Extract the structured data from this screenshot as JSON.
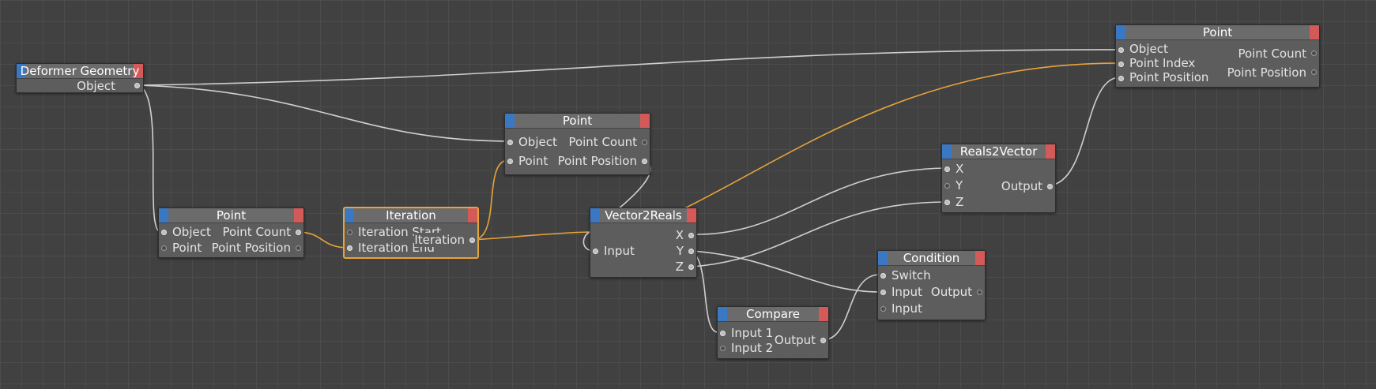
{
  "nodes": {
    "deformer_geometry": {
      "title": "Deformer Geometry",
      "out_object": "Object"
    },
    "point_top_right": {
      "title": "Point",
      "in_object": "Object",
      "in_point_index": "Point Index",
      "in_point_position": "Point Position",
      "out_point_count": "Point Count",
      "out_point_position": "Point Position"
    },
    "point_middle": {
      "title": "Point",
      "in_object": "Object",
      "in_point": "Point",
      "out_point_count": "Point Count",
      "out_point_position": "Point Position"
    },
    "point_left": {
      "title": "Point",
      "in_object": "Object",
      "in_point": "Point",
      "out_point_count": "Point Count",
      "out_point_position": "Point Position"
    },
    "iteration": {
      "title": "Iteration",
      "in_start": "Iteration Start",
      "in_end": "Iteration End",
      "out_iteration": "Iteration"
    },
    "vector2reals": {
      "title": "Vector2Reals",
      "in_input": "Input",
      "out_x": "X",
      "out_y": "Y",
      "out_z": "Z"
    },
    "reals2vector": {
      "title": "Reals2Vector",
      "in_x": "X",
      "in_y": "Y",
      "in_z": "Z",
      "out_output": "Output"
    },
    "condition": {
      "title": "Condition",
      "in_switch": "Switch",
      "in_input1": "Input",
      "in_input2": "Input",
      "out_output": "Output"
    },
    "compare": {
      "title": "Compare",
      "in_input1": "Input 1",
      "in_input2": "Input 2",
      "out_output": "Output"
    }
  },
  "colors": {
    "canvas": "#414141",
    "grid": "#4c4c4c",
    "node_body": "#5d5d5d",
    "node_header": "#6b6b6b",
    "input_tab": "#3a78c4",
    "output_tab": "#d45a5a",
    "wire_default": "#cfcfcf",
    "wire_selected": "#e8a33a"
  }
}
